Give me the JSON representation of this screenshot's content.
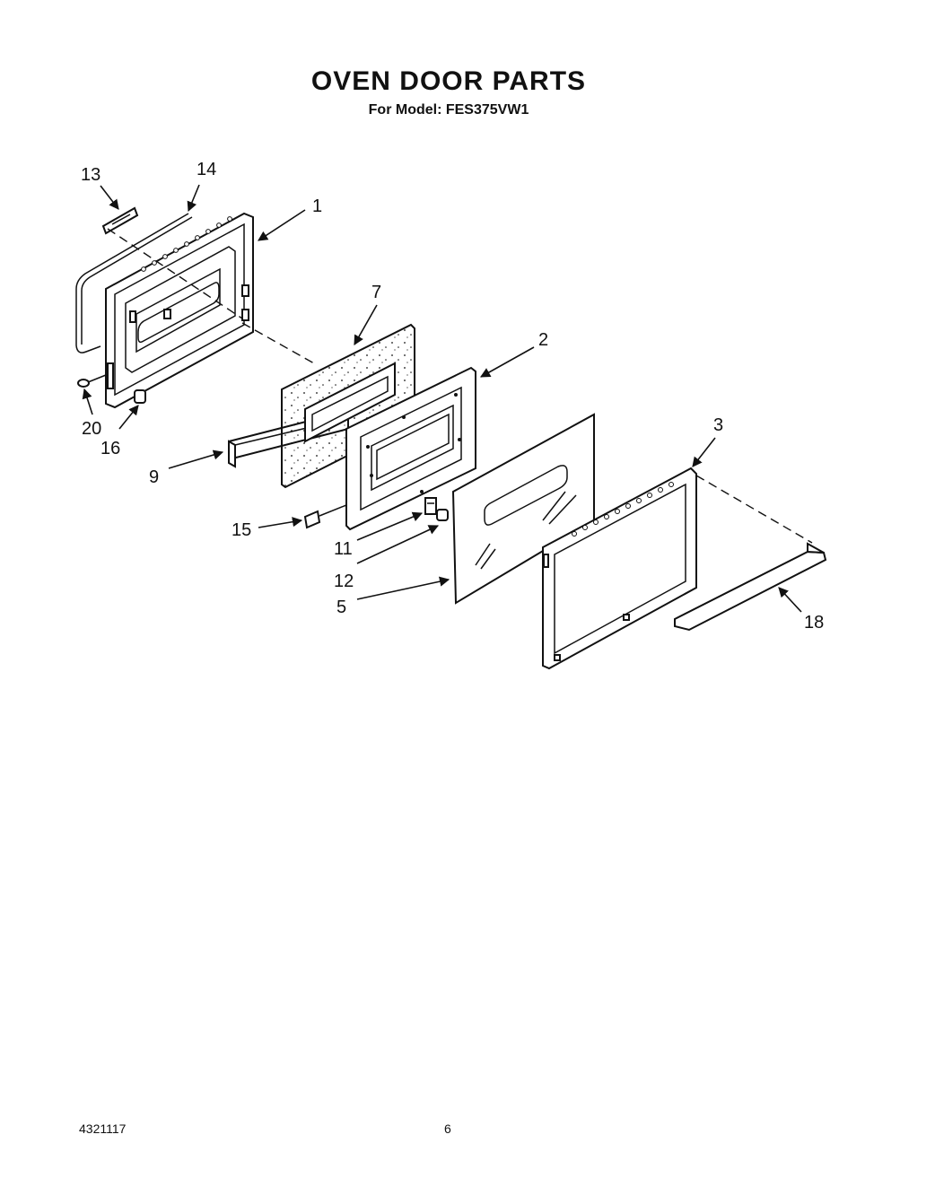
{
  "header": {
    "title": "OVEN DOOR PARTS",
    "subtitle": "For Model: FES375VW1"
  },
  "footer": {
    "document_number": "4321117",
    "page_number": "6"
  },
  "callouts": [
    {
      "id": "c13",
      "label": "13"
    },
    {
      "id": "c14",
      "label": "14"
    },
    {
      "id": "c1",
      "label": "1"
    },
    {
      "id": "c7",
      "label": "7"
    },
    {
      "id": "c2",
      "label": "2"
    },
    {
      "id": "c3",
      "label": "3"
    },
    {
      "id": "c20",
      "label": "20"
    },
    {
      "id": "c16",
      "label": "16"
    },
    {
      "id": "c9",
      "label": "9"
    },
    {
      "id": "c15",
      "label": "15"
    },
    {
      "id": "c11",
      "label": "11"
    },
    {
      "id": "c12",
      "label": "12"
    },
    {
      "id": "c5",
      "label": "5"
    },
    {
      "id": "c18",
      "label": "18"
    }
  ]
}
